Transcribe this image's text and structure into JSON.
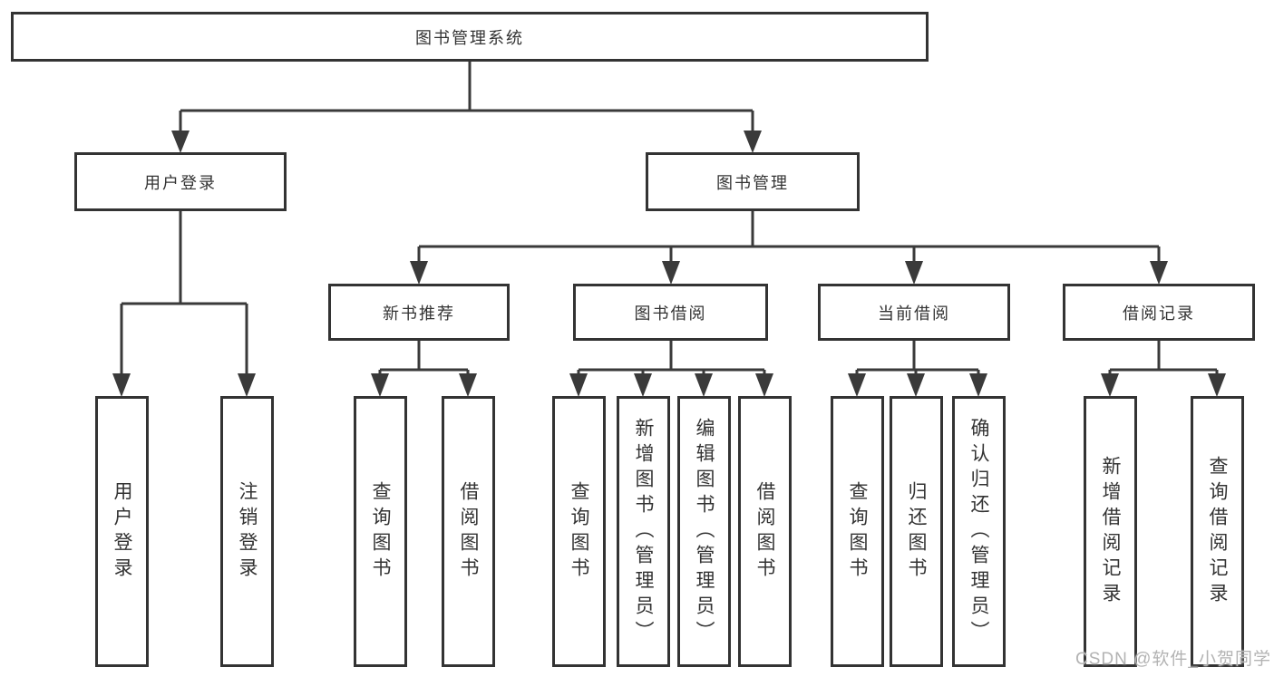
{
  "colors": {
    "line": "#3a3a3a",
    "box-border": "#333333",
    "text": "#333333",
    "watermark": "#b3b3b3",
    "background": "#ffffff"
  },
  "diagram": {
    "title": "图书管理系统",
    "branches": [
      {
        "label": "用户登录",
        "leaves": [
          "用户登录",
          "注销登录"
        ]
      },
      {
        "label": "图书管理",
        "groups": [
          {
            "label": "新书推荐",
            "leaves": [
              "查询图书",
              "借阅图书"
            ]
          },
          {
            "label": "图书借阅",
            "leaves": [
              "查询图书",
              "新增图书（管理员）",
              "编辑图书（管理员）",
              "借阅图书"
            ]
          },
          {
            "label": "当前借阅",
            "leaves": [
              "查询图书",
              "归还图书",
              "确认归还（管理员）"
            ]
          },
          {
            "label": "借阅记录",
            "leaves": [
              "新增借阅记录",
              "查询借阅记录"
            ]
          }
        ]
      }
    ]
  },
  "watermark": {
    "text": "CSDN @软件_小贺同学"
  }
}
